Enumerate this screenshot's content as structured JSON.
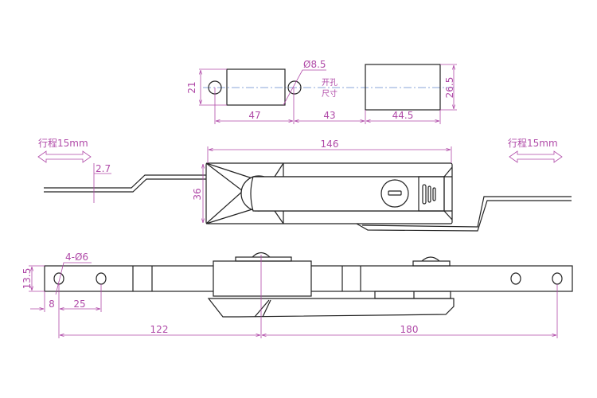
{
  "top_view": {
    "hole_diameter": "Ø8.5",
    "height_left": "21",
    "height_right": "26.5",
    "width_a": "47",
    "width_b": "43",
    "width_c": "44.5",
    "note_line1": "开孔",
    "note_line2": "尺寸"
  },
  "front_view": {
    "length": "146",
    "height": "36",
    "offset": "2.7",
    "stroke_left": "行程15mm",
    "stroke_right": "行程15mm"
  },
  "side_view": {
    "holes": "4-Ø6",
    "bar_height": "13.5",
    "edge_to_hole": "8",
    "hole_spacing": "25",
    "left_length": "122",
    "right_length": "180"
  },
  "colors": {
    "dimension": "#b04aa8",
    "centerline": "#8aa6d8",
    "outline": "#222222"
  }
}
